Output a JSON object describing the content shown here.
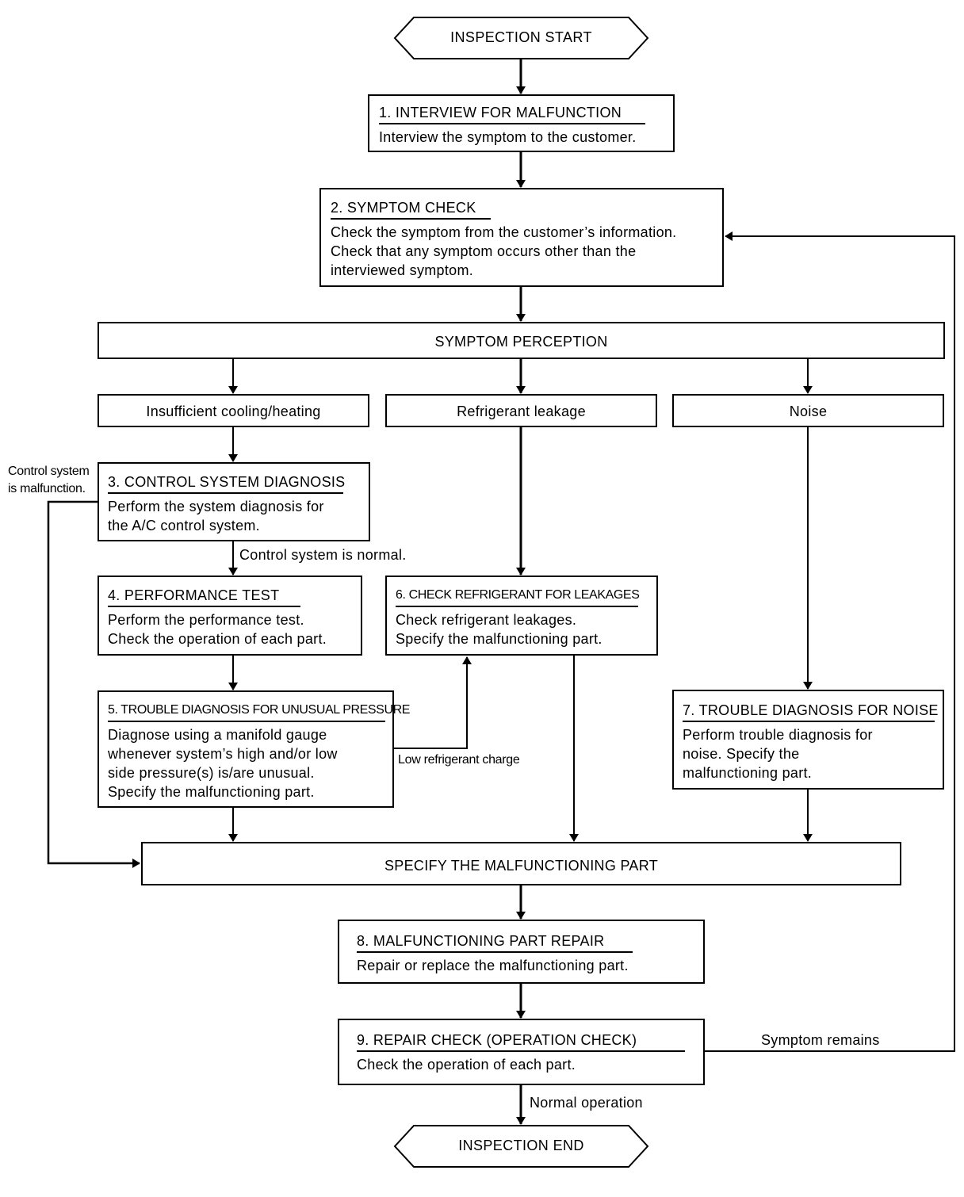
{
  "start_label": "INSPECTION START",
  "end_label": "INSPECTION END",
  "symptom_perception_label": "SYMPTOM PERCEPTION",
  "specify_label": "SPECIFY THE MALFUNCTIONING PART",
  "categories": {
    "insufficient": "Insufficient cooling/heating",
    "leakage": "Refrigerant leakage",
    "noise": "Noise"
  },
  "steps": {
    "interview": {
      "title": "1. INTERVIEW FOR MALFUNCTION",
      "body": "Interview the symptom to the customer."
    },
    "symptom_check": {
      "title": "2. SYMPTOM CHECK",
      "body": "Check the symptom from the customer’s information.\nCheck that any symptom occurs other than the\ninterviewed symptom."
    },
    "control_diag": {
      "title": "3. CONTROL SYSTEM DIAGNOSIS",
      "body": "Perform the system diagnosis for\nthe A/C control system."
    },
    "performance": {
      "title": "4. PERFORMANCE TEST",
      "body": "Perform the performance test.\nCheck the operation of each part."
    },
    "unusual_pressure": {
      "title": "5. TROUBLE DIAGNOSIS FOR UNUSUAL PRESSURE",
      "body": "Diagnose using a manifold gauge\nwhenever system’s high and/or low\nside pressure(s) is/are unusual.\nSpecify the malfunctioning part."
    },
    "leak_check": {
      "title": "6. CHECK REFRIGERANT FOR LEAKAGES",
      "body": "Check refrigerant leakages.\nSpecify the malfunctioning part."
    },
    "noise_diag": {
      "title": "7. TROUBLE DIAGNOSIS FOR NOISE",
      "body": "Perform trouble diagnosis for\nnoise. Specify the\nmalfunctioning part."
    },
    "repair": {
      "title": "8. MALFUNCTIONING PART REPAIR",
      "body": "Repair or replace the malfunctioning part."
    },
    "repair_check": {
      "title": "9. REPAIR CHECK (OPERATION CHECK)",
      "body": "Check the operation of each part."
    }
  },
  "edge_labels": {
    "control_malfunction": "Control system\nis malfunction.",
    "control_normal": "Control system is normal.",
    "low_charge": "Low refrigerant charge",
    "symptom_remains": "Symptom remains",
    "normal_operation": "Normal operation"
  }
}
